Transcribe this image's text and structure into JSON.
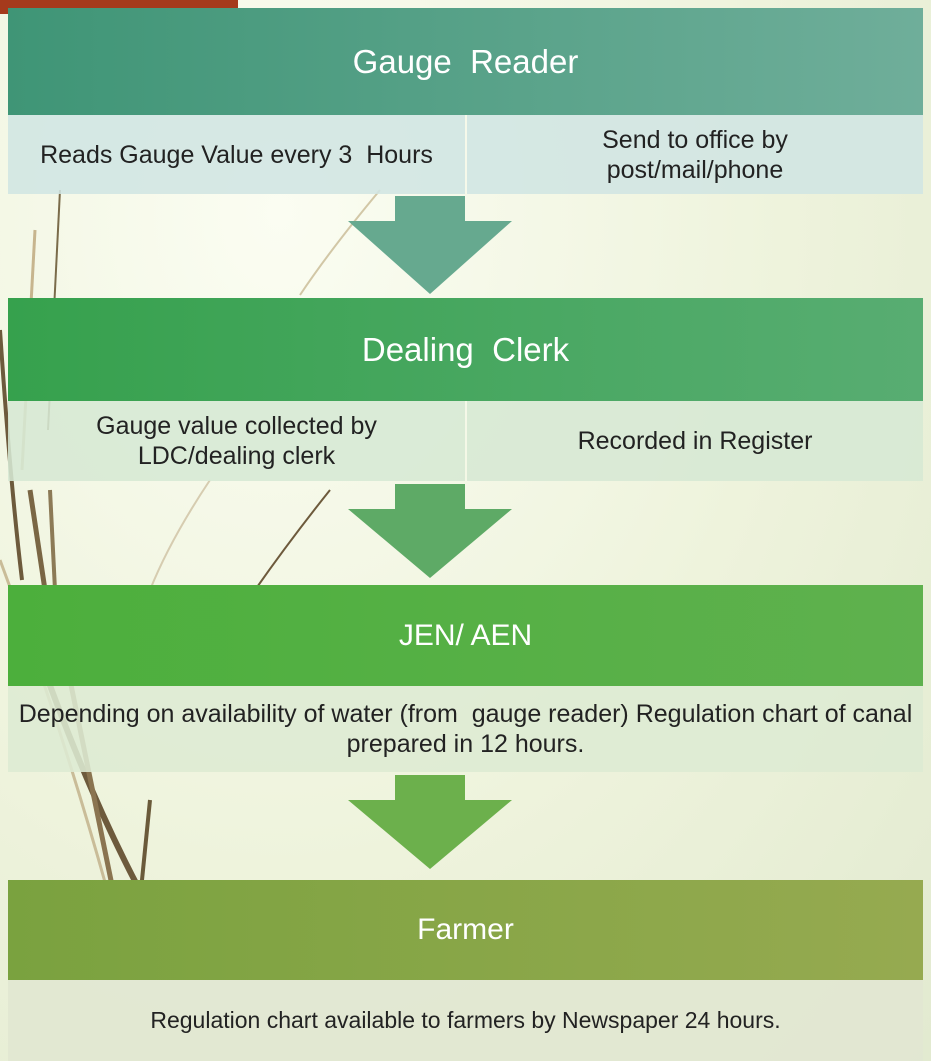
{
  "stages": [
    {
      "title": "Gauge  Reader",
      "left_text": "Reads Gauge Value every 3  Hours",
      "right_text": "Send to office by post/mail/phone"
    },
    {
      "title": "Dealing  Clerk",
      "left_text": "Gauge value collected by LDC/dealing clerk",
      "right_text": "Recorded in Register"
    },
    {
      "title": "JEN/ AEN",
      "text": "Depending on availability of water (from  gauge reader) Regulation chart of canal  prepared in 12 hours."
    },
    {
      "title": "Farmer",
      "text": "Regulation chart available to farmers by Newspaper 24 hours."
    }
  ],
  "colors": {
    "gauge_reader": "#5fa78a",
    "dealing_clerk": "#4fa564",
    "jen_aen": "#5aaf45",
    "farmer": "#8fa84a",
    "corner_accent": "#a53a1c"
  }
}
